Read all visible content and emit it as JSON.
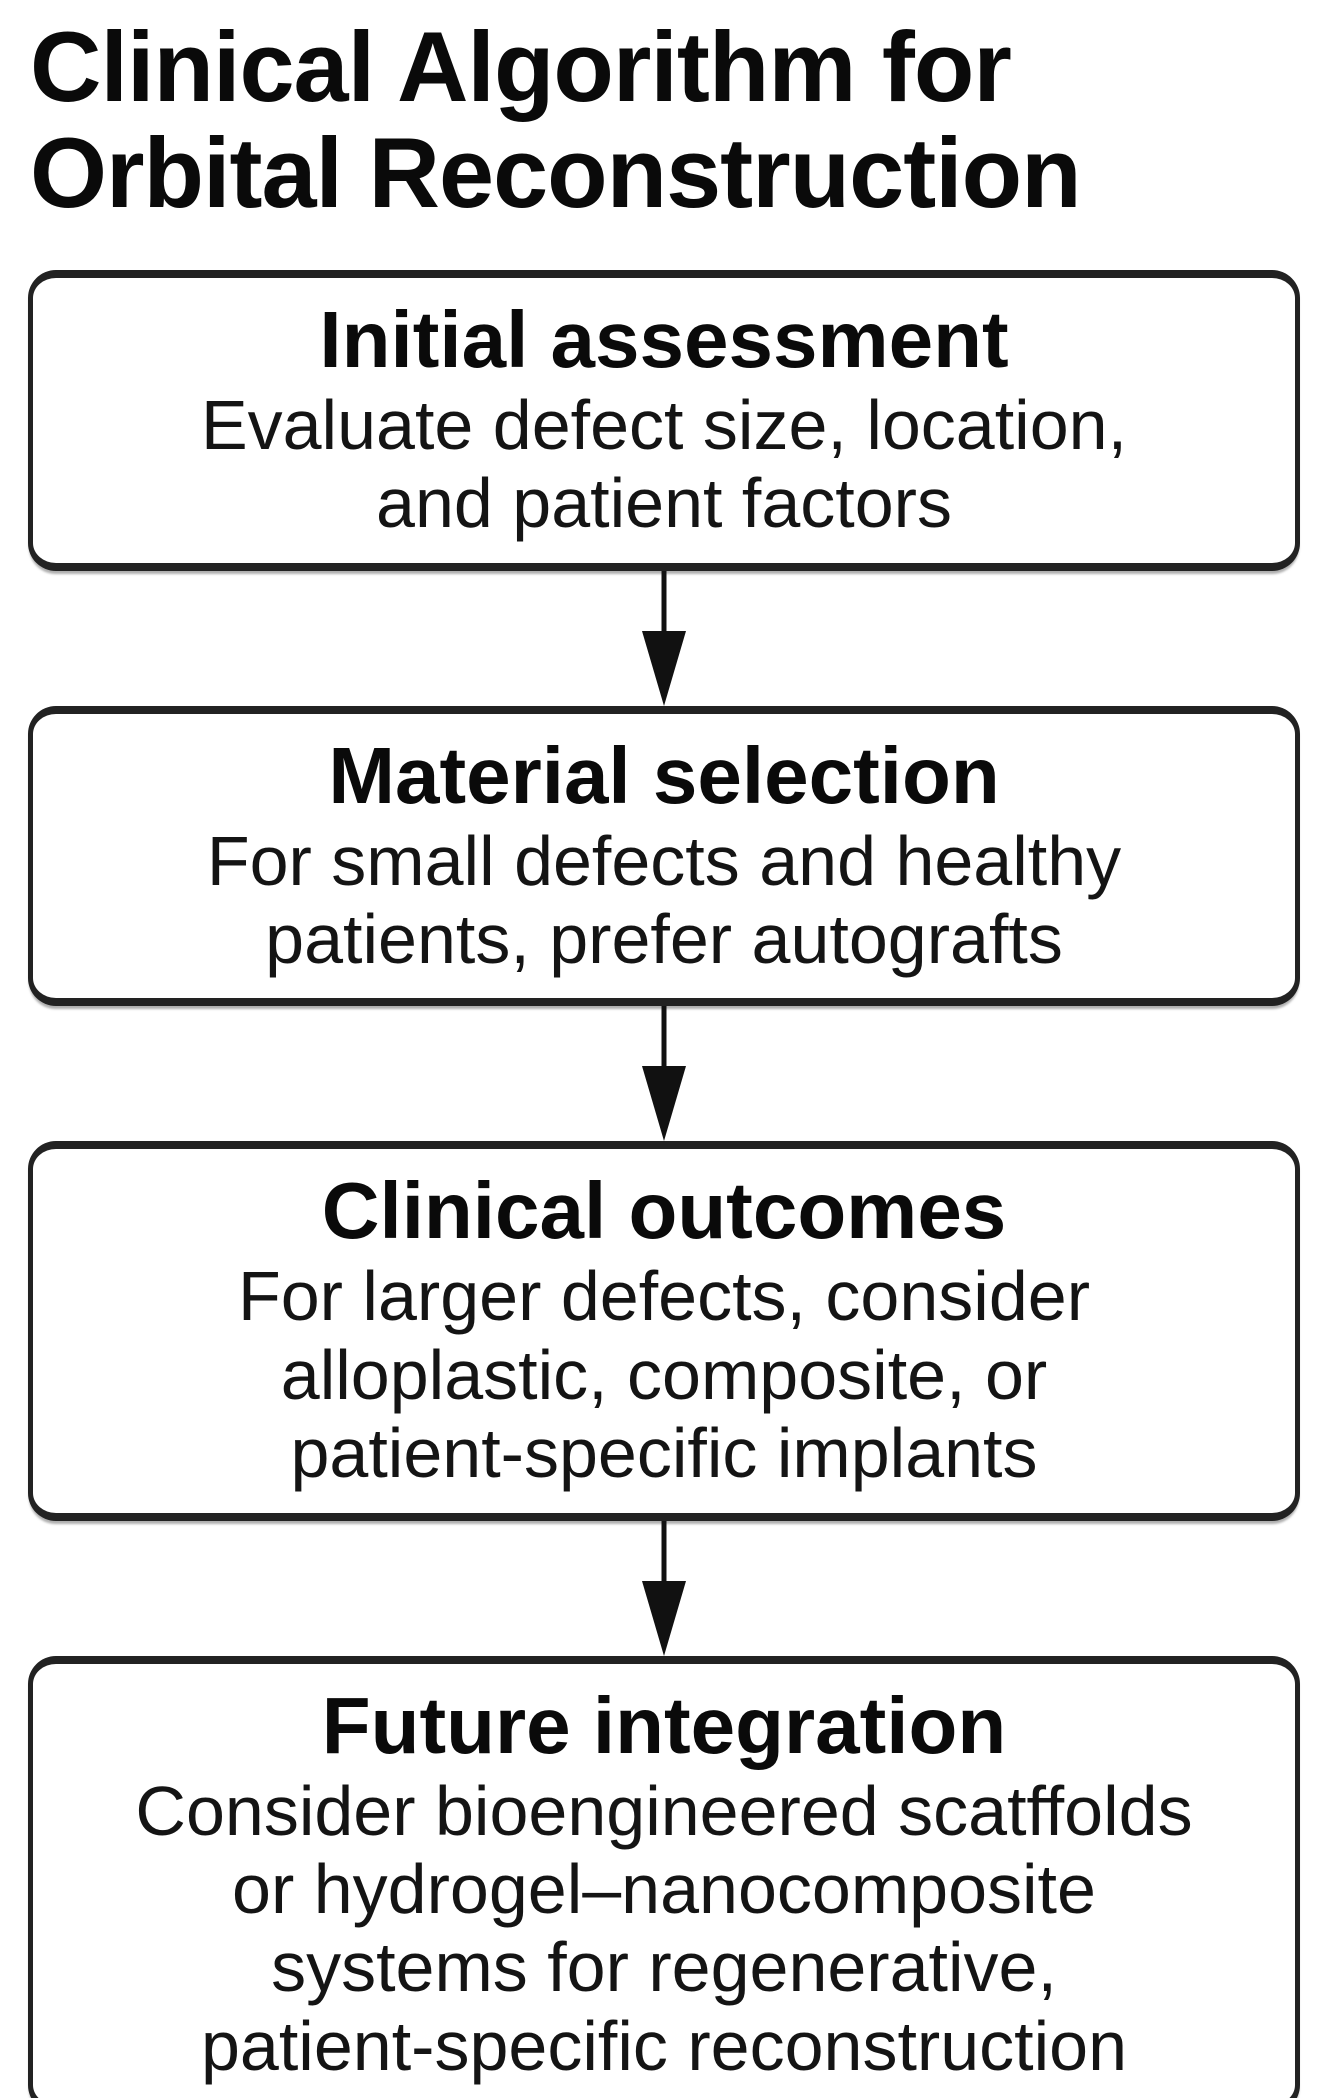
{
  "page": {
    "title_lines": [
      "Clinical Algorithm for",
      "Orbital Reconstruction"
    ]
  },
  "flowchart": {
    "boxes": [
      {
        "title": "Initial assessment",
        "lines": [
          "Evaluate defect size, location,",
          "and patient factors"
        ]
      },
      {
        "title": "Material selection",
        "lines": [
          "For small defects and healthy",
          "patients, prefer autografts"
        ]
      },
      {
        "title": "Clinical outcomes",
        "lines": [
          "For larger defects, consider",
          "alloplastic, composite, or",
          "patient-specific implants"
        ]
      },
      {
        "title": "Future integration",
        "lines": [
          "Consider bioengineered scatffolds",
          "or hydrogel–nanocomposite",
          "systems for regenerative,",
          "patient-specific reconstruction"
        ]
      }
    ],
    "colors": {
      "border": "#222222",
      "text": "#0d0d0d",
      "background": "#ffffff",
      "arrow": "#111111"
    }
  }
}
